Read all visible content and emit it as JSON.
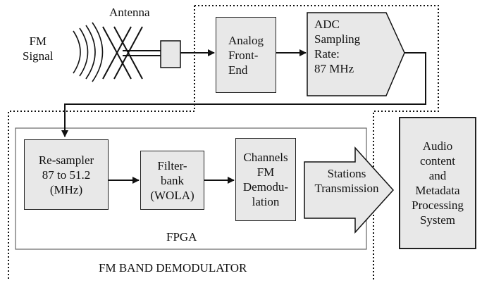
{
  "labels": {
    "antenna": "Antenna",
    "signal": [
      "FM",
      "Signal"
    ],
    "fpga": "FPGA",
    "demodulator": "FM BAND DEMODULATOR",
    "arrow_text": [
      "Stations",
      "Transmission"
    ]
  },
  "blocks": {
    "analog_front_end": [
      "Analog",
      "Front-",
      "End"
    ],
    "adc": [
      "ADC",
      "Sampling",
      "Rate:",
      "87 MHz"
    ],
    "resampler": [
      "Re-sampler",
      "87 to 51.2",
      "(MHz)"
    ],
    "filterbank": [
      "Filter-",
      "bank",
      "(WOLA)"
    ],
    "channels": [
      "Channels",
      "FM",
      "Demodu-",
      "lation"
    ],
    "processing": [
      "Audio",
      "content",
      "and",
      "Metadata",
      "Processing",
      "System"
    ]
  },
  "colors": {
    "block_fill": "#e8e8e8",
    "line": "#222222"
  }
}
